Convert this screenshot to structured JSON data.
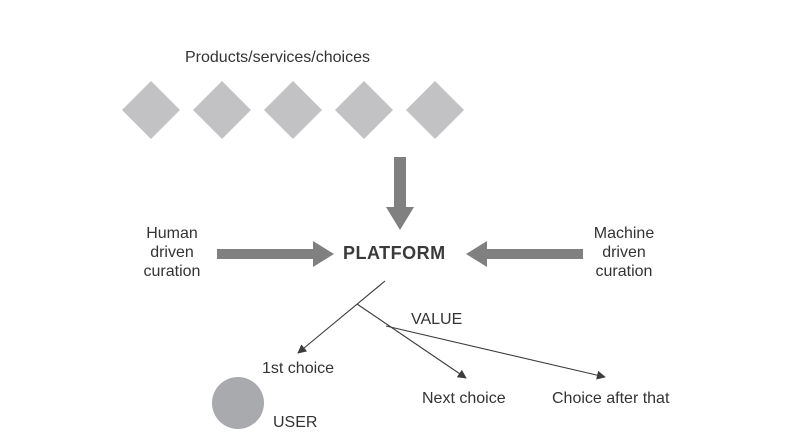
{
  "diagram": {
    "products_label": "Products/services/choices",
    "product_count": 5,
    "platform_label": "PLATFORM",
    "human_curation": [
      "Human",
      "driven",
      "curation"
    ],
    "machine_curation": [
      "Machine",
      "driven",
      "curation"
    ],
    "value_label": "VALUE",
    "first_choice_label": "1st choice",
    "next_choice_label": "Next choice",
    "choice_after_label": "Choice after that",
    "user_label": "USER"
  },
  "colors": {
    "diamond": "#c2c2c4",
    "arrow": "#808080",
    "line": "#3c3c3c",
    "user_circle": "#a9aaae",
    "text": "#333333"
  }
}
